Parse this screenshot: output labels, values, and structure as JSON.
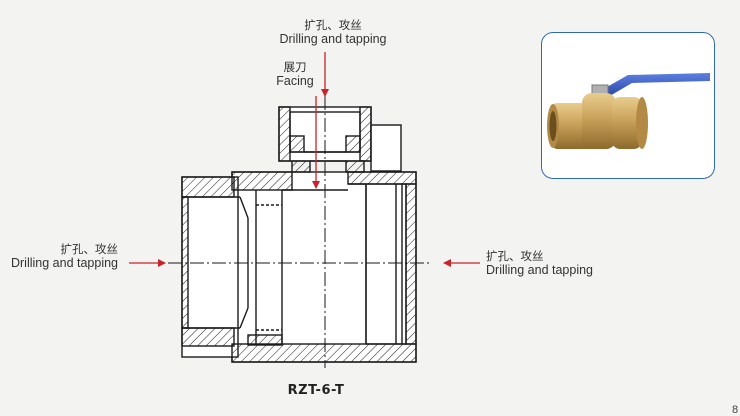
{
  "annotations": {
    "top": {
      "zh": "扩孔、攻丝",
      "en": "Drilling and tapping"
    },
    "facing": {
      "zh": "展刀",
      "en": "Facing"
    },
    "left": {
      "zh": "扩孔、攻丝",
      "en": "Drilling and tapping"
    },
    "right": {
      "zh": "扩孔、攻丝",
      "en": "Drilling and tapping"
    }
  },
  "model_code": "RZT-6-T",
  "page_number": "8",
  "colors": {
    "arrow": "#c8232b",
    "line": "#1a1a1a",
    "frame": "#2f6bb0",
    "brass": "#c9a25a",
    "handle": "#3d63c7"
  },
  "photo": {
    "subject": "brass-ball-valve-with-blue-lever-handle"
  }
}
